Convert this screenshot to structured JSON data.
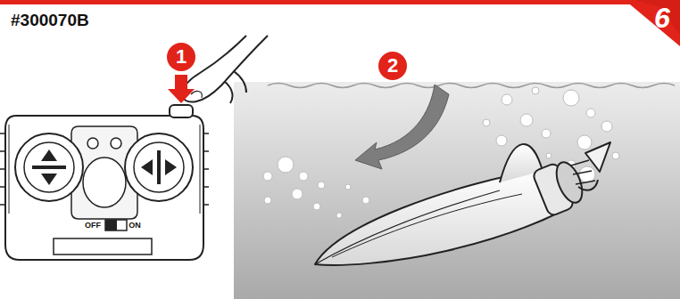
{
  "diagram": {
    "labels": [
      "#300070B",
      "6",
      "1",
      "2",
      "OFF",
      "ON"
    ]
  }
}
